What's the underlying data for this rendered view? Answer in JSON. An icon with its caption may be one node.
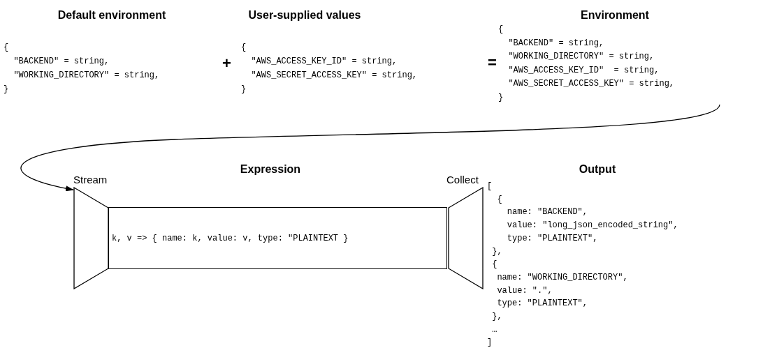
{
  "diagram": {
    "nodes": [
      {
        "text": [
          "Default environment",
          "{",
          "\"BACKEND\" = string,",
          "\"WORKING_DIRECTORY\" = string,",
          "}"
        ]
      },
      {
        "text": [
          "User-supplied values",
          "{",
          "\"AWS_ACCESS_KEY_ID\" = string,",
          "\"AWS_SECRET_ACCESS_KEY\" = string,",
          "}"
        ]
      },
      {
        "text": [
          "Environment",
          "{",
          "\"BACKEND\" = string,",
          "\"WORKING_DIRECTORY\" = string,",
          "\"AWS_ACCESS_KEY_ID\"  = string,",
          "\"AWS_SECRET_ACCESS_KEY\" = string,",
          "}"
        ]
      },
      {
        "text": [
          "Stream"
        ]
      },
      {
        "text": [
          "Expression",
          "k, v => { name: k, value: v, type: \"PLAINTEXT }"
        ]
      },
      {
        "text": [
          "Collect"
        ]
      },
      {
        "text": [
          "Output",
          "[",
          "{",
          "name: \"BACKEND\",",
          "value: \"long_json_encoded_string\",",
          "type: \"PLAINTEXT\",",
          "},",
          "{",
          "name: \"WORKING_DIRECTORY\",",
          "value: \".\",",
          "type: \"PLAINTEXT\",",
          "},",
          "…",
          "]"
        ]
      }
    ],
    "edges": [
      {
        "from": 2,
        "to": 3,
        "arrow": "to"
      }
    ],
    "labels": [
      "+",
      "="
    ]
  }
}
